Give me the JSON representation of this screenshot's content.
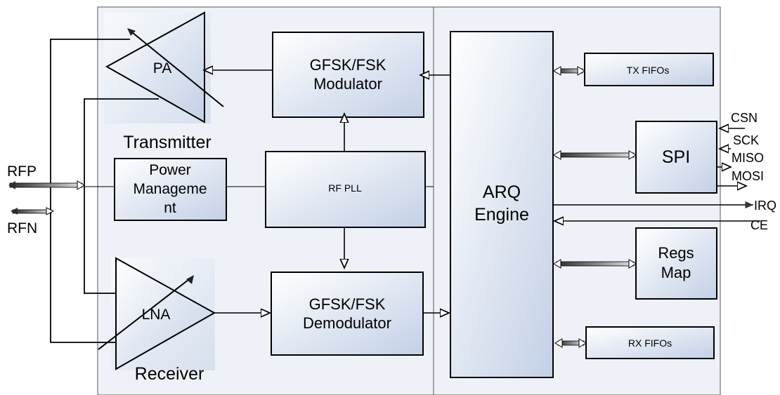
{
  "sections": {
    "transmitter": "Transmitter",
    "receiver": "Receiver"
  },
  "blocks": {
    "pa": "PA",
    "lna": "LNA",
    "modulator": [
      "GFSK/FSK",
      "Modulator"
    ],
    "demodulator": [
      "GFSK/FSK",
      "Demodulator"
    ],
    "power_management": [
      "Power",
      "Manageme",
      "nt"
    ],
    "rf_pll": "RF PLL",
    "arq_engine": [
      "ARQ",
      "Engine"
    ],
    "tx_fifos": "TX FIFOs",
    "rx_fifos": "RX FIFOs",
    "spi": "SPI",
    "regs_map": [
      "Regs",
      "Map"
    ]
  },
  "pins": {
    "rfp": "RFP",
    "rfn": "RFN",
    "csn": "CSN",
    "sck": "SCK",
    "miso": "MISO",
    "mosi": "MOSI",
    "irq": "IRQ",
    "ce": "CE"
  },
  "colors": {
    "chip_background": "#eef2f8",
    "block_gradient_start": "#ffffff",
    "block_gradient_end": "#c3d0e6",
    "line": "#000000",
    "bus_arrow_dark": "#3a3a3a",
    "bus_arrow_light": "#d8d8d8"
  }
}
